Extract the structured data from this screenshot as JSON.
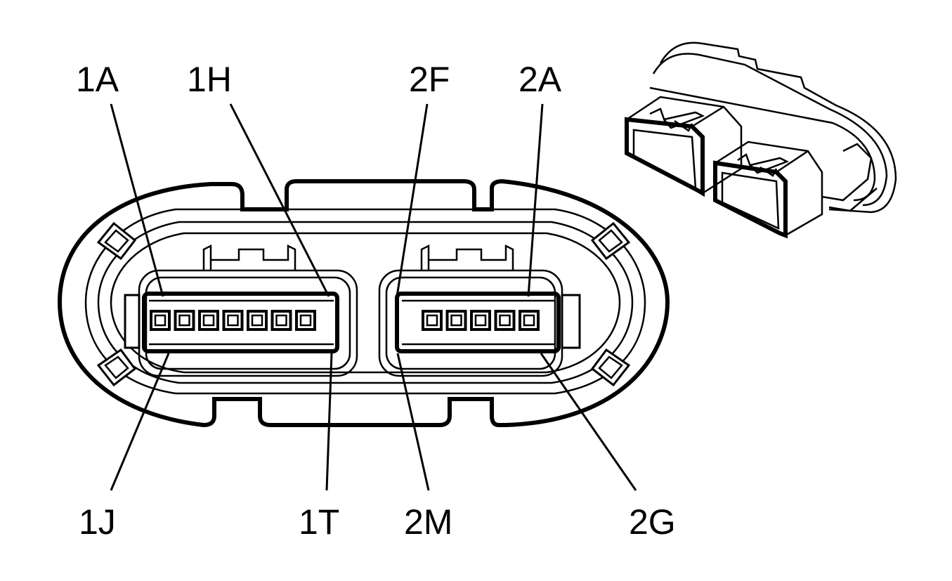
{
  "labels": {
    "top": [
      "1A",
      "1H",
      "2F",
      "2A"
    ],
    "bottom": [
      "1J",
      "1T",
      "2M",
      "2G"
    ]
  },
  "cavities": {
    "connector1_count": 7,
    "connector2_count": 5
  },
  "colors": {
    "line": "#000000",
    "background": "#ffffff"
  },
  "icons": {
    "connector_view": "connector-3d-icon"
  }
}
